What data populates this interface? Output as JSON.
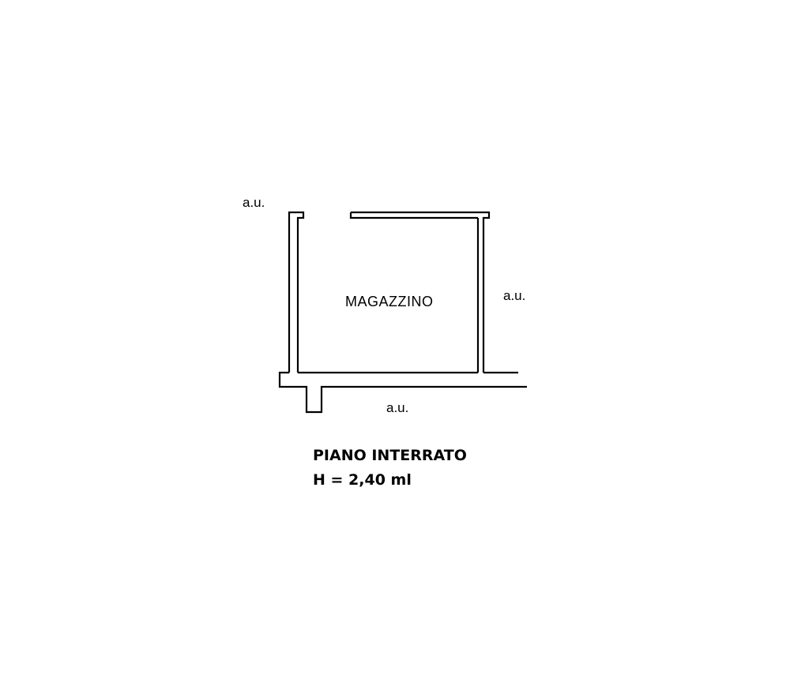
{
  "plan": {
    "room_name": "MAGAZZINO",
    "adjacent_labels": [
      "a.u.",
      "a.u.",
      "a.u."
    ],
    "floor_title": "PIANO INTERRATO",
    "height_note": "H = 2,40 ml"
  }
}
